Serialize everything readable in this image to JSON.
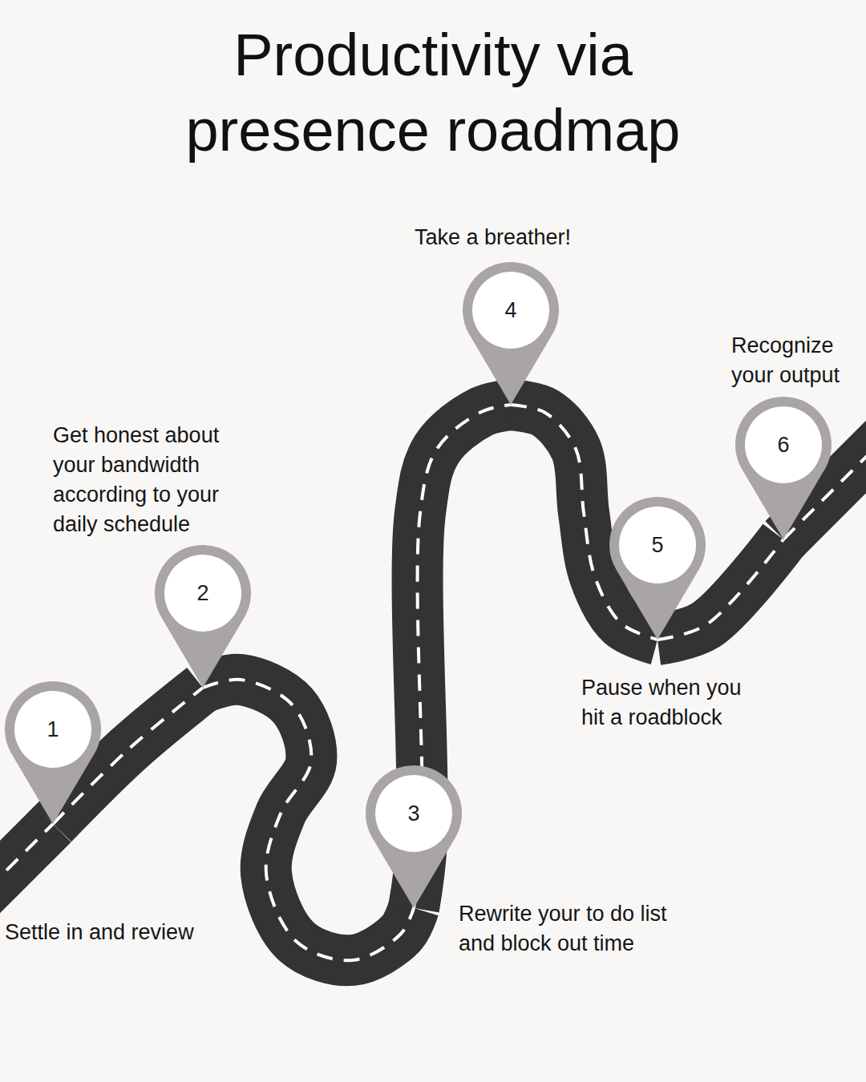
{
  "diagram": {
    "title": "Productivity via presence roadmap",
    "nodes": [
      {
        "text": [
          "1",
          "Settle in and review"
        ]
      },
      {
        "text": [
          "2",
          "Get honest about your bandwidth according to your daily schedule"
        ]
      },
      {
        "text": [
          "3",
          "Rewrite your to do list and block out time"
        ]
      },
      {
        "text": [
          "4",
          "Take a breather!"
        ]
      },
      {
        "text": [
          "5",
          "Pause when you hit a roadblock"
        ]
      },
      {
        "text": [
          "6",
          "Recognize your output"
        ]
      }
    ],
    "edges": [
      {
        "from": 0,
        "to": 1,
        "arrow": "none"
      },
      {
        "from": 1,
        "to": 2,
        "arrow": "none"
      },
      {
        "from": 2,
        "to": 3,
        "arrow": "none"
      },
      {
        "from": 3,
        "to": 4,
        "arrow": "none"
      },
      {
        "from": 4,
        "to": 5,
        "arrow": "none"
      }
    ]
  }
}
